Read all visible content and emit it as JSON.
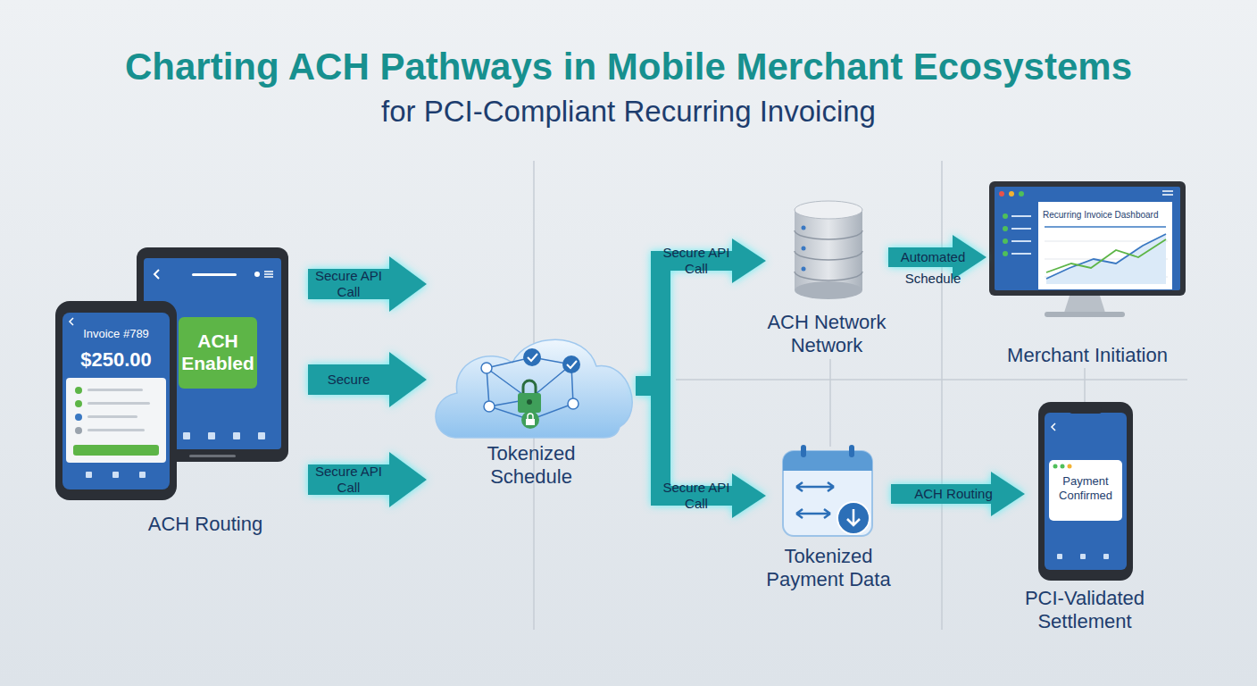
{
  "diagram": {
    "title": "Charting ACH Pathways in Mobile Merchant Ecosystems",
    "nodes": [
      {
        "text": [
          "ACH Routing"
        ]
      },
      {
        "text": [
          "Invoice #789",
          "$250.00"
        ],
        "in": 0
      },
      {
        "text": [
          "ACH Enabled"
        ],
        "in": 0
      },
      {
        "text": [
          "Tokenized Schedule"
        ]
      },
      {
        "text": [
          "ACH Network Network"
        ]
      },
      {
        "text": [
          "Merchant Initiation"
        ]
      },
      {
        "text": [
          "Recurring Invoice Dashboard"
        ],
        "in": 5
      },
      {
        "text": [
          "Tokenized Payment Data"
        ]
      },
      {
        "text": [
          "PCI-Validated Settlement"
        ]
      },
      {
        "text": [
          "Payment Confirmed"
        ],
        "in": 8
      }
    ],
    "edges": [
      {
        "from": 0,
        "to": 3,
        "label": "Secure API Call",
        "arrow": "to"
      },
      {
        "from": 0,
        "to": 3,
        "label": "Secure",
        "arrow": "to"
      },
      {
        "from": 0,
        "to": 3,
        "label": "Secure API Call",
        "arrow": "to"
      },
      {
        "from": 3,
        "to": 4,
        "label": "Secure API Call",
        "arrow": "to"
      },
      {
        "from": 3,
        "to": 7,
        "label": "Secure API Call",
        "arrow": "to"
      },
      {
        "from": 4,
        "to": 5,
        "label": "Automated Schedule",
        "arrow": "to"
      },
      {
        "from": 7,
        "to": 8,
        "label": "ACH Routing",
        "arrow": "to"
      }
    ],
    "labels": [
      "for PCI-Compliant Recurring Invoicing"
    ]
  }
}
